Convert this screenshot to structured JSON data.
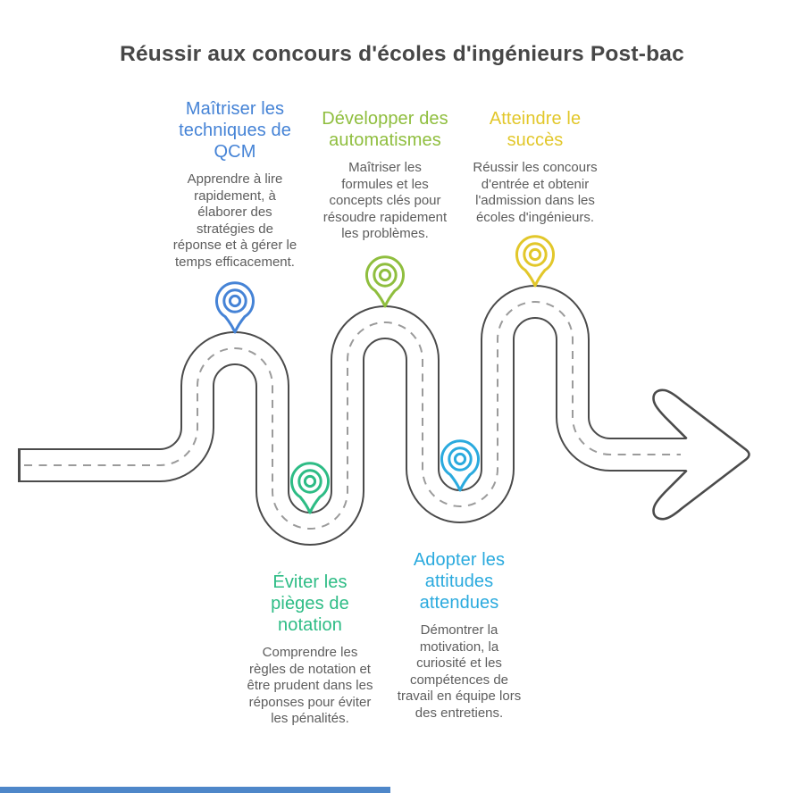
{
  "title": "Réussir aux concours d'écoles d'ingénieurs Post-bac",
  "road": {
    "edge_color": "#4b4b4b",
    "surface_color": "#ffffff",
    "dash_color": "#9b9b9b"
  },
  "footer_bar_color": "#4e87c9",
  "milestones": [
    {
      "order": 1,
      "title": "Maîtriser les\ntechniques de\nQCM",
      "description": "Apprendre à lire\nrapidement, à\nélaborer des\nstratégies de\nréponse et à gérer le\ntemps efficacement.",
      "color": "#4583d6",
      "marker": "map-pin",
      "side": "top"
    },
    {
      "order": 2,
      "title": "Éviter les\npièges de\nnotation",
      "description": "Comprendre les\nrègles de notation et\nêtre prudent dans les\nréponses pour éviter\nles pénalités.",
      "color": "#2dbc85",
      "marker": "map-pin",
      "side": "bottom"
    },
    {
      "order": 3,
      "title": "Développer des\nautomatismes",
      "description": "Maîtriser les\nformules et les\nconcepts clés pour\nrésoudre rapidement\nles problèmes.",
      "color": "#8fbe3e",
      "marker": "map-pin",
      "side": "top"
    },
    {
      "order": 4,
      "title": "Adopter les\nattitudes\nattendues",
      "description": "Démontrer la\nmotivation, la\ncuriosité et les\ncompétences de\ntravail en équipe lors\ndes entretiens.",
      "color": "#2aaade",
      "marker": "map-pin",
      "side": "bottom"
    },
    {
      "order": 5,
      "title": "Atteindre le\nsuccès",
      "description": "Réussir les concours\nd'entrée et obtenir\nl'admission dans les\nécoles d'ingénieurs.",
      "color": "#e2c72a",
      "marker": "map-pin",
      "side": "top"
    }
  ]
}
